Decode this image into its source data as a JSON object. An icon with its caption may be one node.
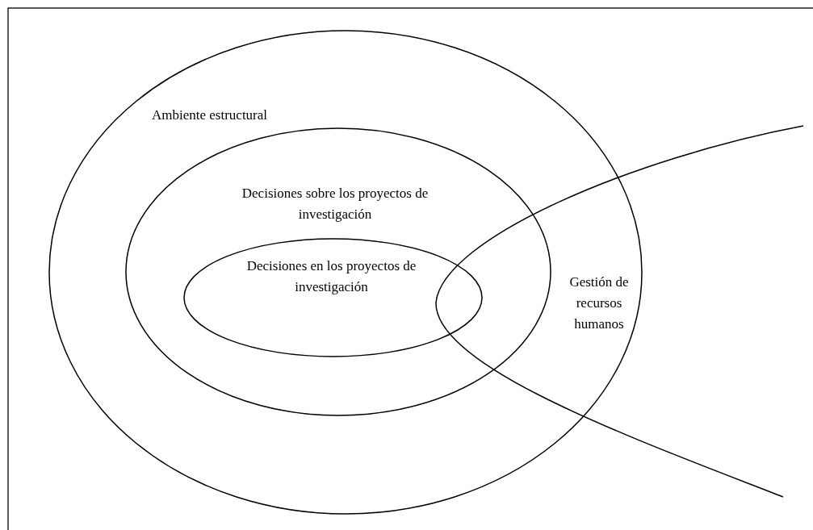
{
  "diagram": {
    "nodes": [
      {
        "text": [
          "Ambiente estructural"
        ]
      },
      {
        "text": [
          "Decisiones sobre los proyectos de investigación"
        ],
        "in": 0
      },
      {
        "text": [
          "Decisiones en los proyectos de investigación"
        ],
        "in": 1
      },
      {
        "text": [
          "Gestión de recursos humanos"
        ]
      }
    ],
    "edges": []
  }
}
